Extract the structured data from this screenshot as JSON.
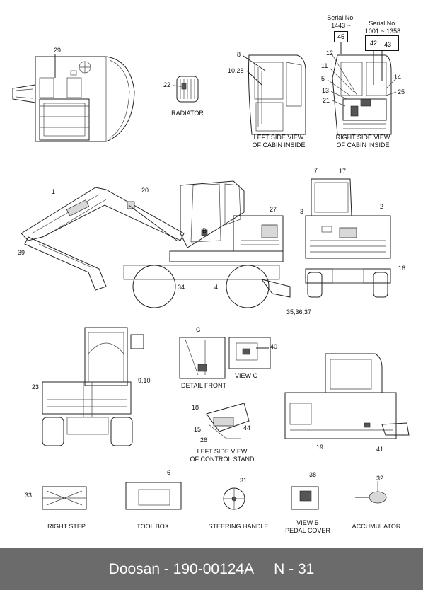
{
  "captions": {
    "radiator": "RADIATOR",
    "left_cabin_1": "LEFT SIDE VIEW",
    "left_cabin_2": "OF CABIN INSIDE",
    "right_cabin_1": "RIGHT SIDE VIEW",
    "right_cabin_2": "OF CABIN INSIDE",
    "detail_front": "DETAIL  FRONT",
    "view_c": "VIEW  C",
    "control_stand_1": "LEFT SIDE VIEW",
    "control_stand_2": "OF CONTROL STAND",
    "right_step": "RIGHT STEP",
    "tool_box": "TOOL BOX",
    "steering_handle": "STEERING HANDLE",
    "pedal_cover_1": "VIEW  B",
    "pedal_cover_2": "PEDAL COVER",
    "accumulator": "ACCUMULATOR"
  },
  "serial": {
    "left_title": "Serial No.",
    "left_range": "1443 ~",
    "left_box": "45",
    "right_title": "Serial No.",
    "right_range": "1001 ~ 1358",
    "right_box_a": "42",
    "right_box_b": "43"
  },
  "callouts": {
    "c29": "29",
    "c22": "22",
    "c8": "8",
    "c10_28": "10,28",
    "c12": "12",
    "c11": "11",
    "c5": "5",
    "c13": "13",
    "c21": "21",
    "c14": "14",
    "c25": "25",
    "c1": "1",
    "c20": "20",
    "c39": "39",
    "b": "B",
    "c27": "27",
    "c34": "34",
    "c4": "4",
    "c35_37": "35,36,37",
    "c7": "7",
    "c17": "17",
    "c3": "3",
    "c2": "2",
    "c16": "16",
    "c23": "23",
    "c9_10": "9,10",
    "c_view": "C",
    "c40": "40",
    "c18": "18",
    "c15": "15",
    "c26": "26",
    "c44": "44",
    "c19": "19",
    "c41": "41",
    "c33": "33",
    "c6": "6",
    "c31": "31",
    "c38": "38",
    "c32": "32"
  },
  "footer": {
    "doc": "Doosan - 190-00124A",
    "page": "N - 31"
  }
}
